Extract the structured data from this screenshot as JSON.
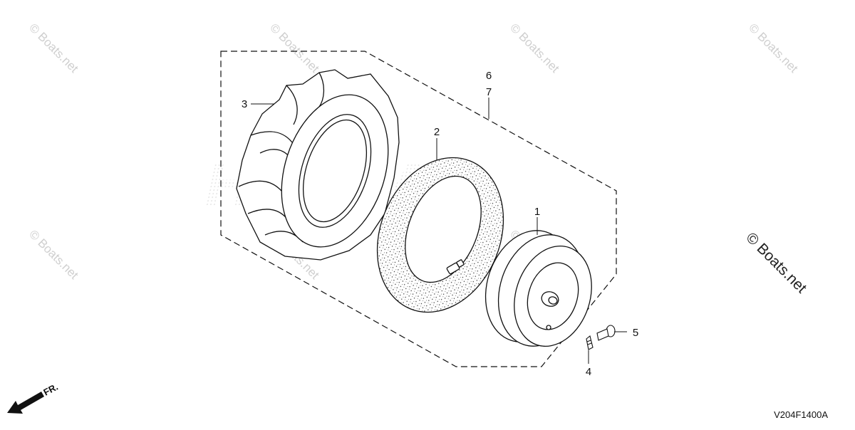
{
  "diagram": {
    "code": "V204F1400A",
    "direction_label": "FR.",
    "parts": [
      {
        "id": "1",
        "label": "1",
        "depicts": "wheel-rim"
      },
      {
        "id": "2",
        "label": "2",
        "depicts": "inner-tube"
      },
      {
        "id": "3",
        "label": "3",
        "depicts": "tire"
      },
      {
        "id": "4",
        "label": "4",
        "depicts": "valve-cap"
      },
      {
        "id": "5",
        "label": "5",
        "depicts": "bolt"
      },
      {
        "id": "6",
        "label": "6",
        "depicts": "wheel-assembly"
      },
      {
        "id": "7",
        "label": "7",
        "depicts": "wheel-assembly"
      }
    ]
  },
  "watermarks": {
    "small": "© Boats.net",
    "large": "© Boats.net"
  },
  "colors": {
    "line": "#111111",
    "watermark": "#cfcfcf",
    "background": "#ffffff"
  }
}
